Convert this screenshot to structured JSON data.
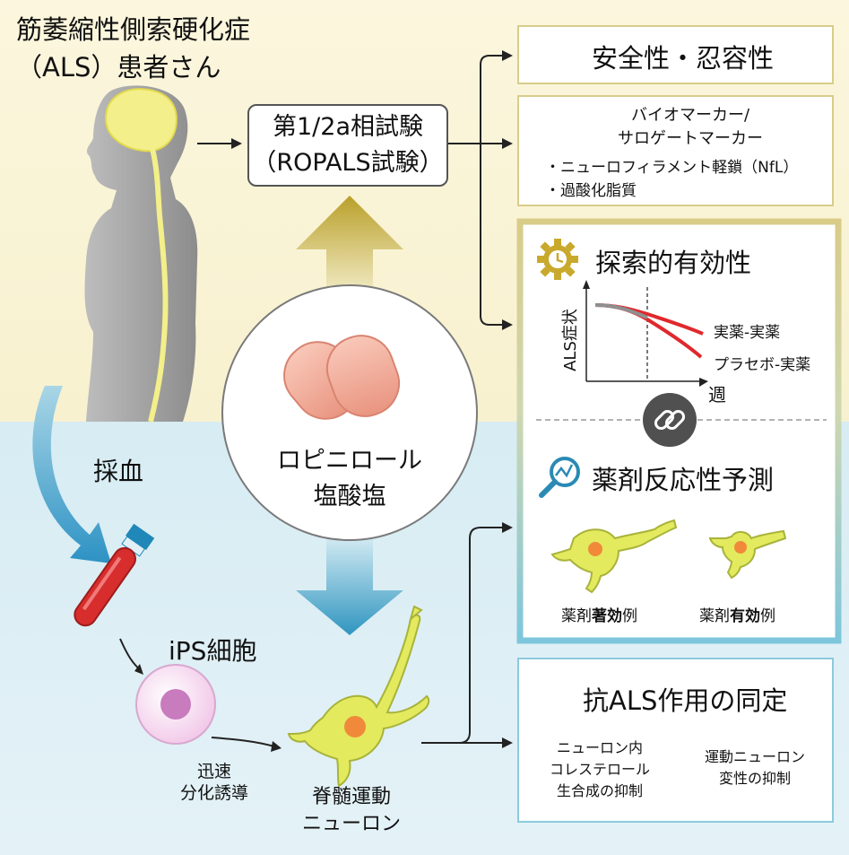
{
  "patient": {
    "line1": "筋萎縮性側索硬化症",
    "line2": "（ALS）患者さん"
  },
  "blood_label": "採血",
  "ips_label": "iPS細胞",
  "diff_label": {
    "line1": "迅速",
    "line2": "分化誘導"
  },
  "neuron_label": {
    "line1": "脊髄運動",
    "line2": "ニューロン"
  },
  "trial": {
    "line1": "第1/2a相試験",
    "line2": "（ROPALS試験）"
  },
  "drug": {
    "line1": "ロピニロール",
    "line2": "塩酸塩"
  },
  "safety": {
    "title": "安全性・忍容性"
  },
  "biomarker": {
    "line1": "バイオマーカー/",
    "line2": "サロゲートマーカー",
    "item1": "・ニューロフィラメント軽鎖（NfL）",
    "item2": "・過酸化脂質"
  },
  "efficacy": {
    "title": "探索的有効性",
    "ylabel": "ALS症状",
    "xlabel": "週",
    "series1": "実薬-実薬",
    "series2": "プラセボ-実薬"
  },
  "prediction": {
    "title": "薬剤反応性予測",
    "label1_pre": "薬剤",
    "label1_bold": "著効",
    "label1_post": "例",
    "label2_pre": "薬剤",
    "label2_bold": "有効",
    "label2_post": "例"
  },
  "identify": {
    "title": "抗ALS作用の同定",
    "left1": "ニューロン内",
    "left2": "コレステロール",
    "left3": "生合成の抑制",
    "right1": "運動ニューロン",
    "right2": "変性の抑制"
  },
  "colors": {
    "gold": "#d8cc8a",
    "blue": "#8ccadd",
    "accent_gold": "#b59b2e",
    "accent_blue": "#2a8ab4",
    "pill": "#f2aa96",
    "neuron": "#e6ec6a",
    "red_line": "#e0282d"
  }
}
